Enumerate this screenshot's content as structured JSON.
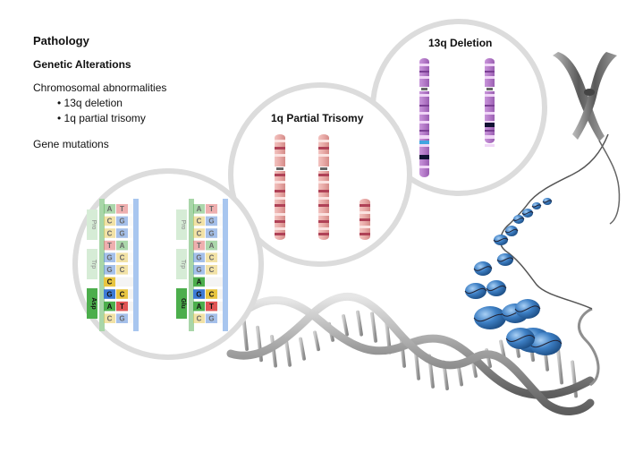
{
  "header": {
    "title": "Pathology",
    "subtitle": "Genetic Alterations"
  },
  "sections": {
    "chromosomal": {
      "label": "Chromosomal abnormalities",
      "items": [
        "• 13q deletion",
        "• 1q partial trisomy"
      ]
    },
    "gene_mutations": {
      "label": "Gene mutations"
    }
  },
  "panels": {
    "deletion_13q": {
      "label": "13q Deletion"
    },
    "trisomy_1q": {
      "label": "1q Partial Trisomy"
    },
    "mutation": {
      "left_ladder": {
        "codons": [
          "Pro",
          "Trp",
          "Asp"
        ],
        "rows": [
          [
            "",
            "A",
            "T"
          ],
          [
            "",
            "C",
            "G"
          ],
          [
            "",
            "C",
            "G"
          ],
          [
            "",
            "T",
            "A"
          ],
          [
            "",
            "G",
            "C"
          ],
          [
            "G",
            "",
            "C"
          ],
          [
            "",
            "C",
            ""
          ],
          [
            "G",
            "",
            "C"
          ],
          [
            "",
            "A",
            "T"
          ],
          [
            "",
            "C",
            "G"
          ]
        ]
      },
      "right_ladder": {
        "codons": [
          "Pro",
          "Trp",
          "Glu"
        ],
        "rows": [
          [
            "",
            "A",
            "T"
          ],
          [
            "",
            "C",
            "G"
          ],
          [
            "",
            "C",
            "G"
          ],
          [
            "",
            "T",
            "A"
          ],
          [
            "",
            "G",
            "C"
          ],
          [
            "G",
            "",
            "C"
          ],
          [
            "",
            "A",
            ""
          ],
          [
            "G",
            "",
            "C"
          ],
          [
            "",
            "A",
            "T"
          ],
          [
            "",
            "C",
            "G"
          ]
        ]
      }
    }
  },
  "colors": {
    "circle_border": "#dcdcdc",
    "chromosome_purple": "#b47ac8",
    "chromosome_pink": "#e8a9a6",
    "band_dark": "#b04257",
    "nucleosome_blue": "#3d7fc4",
    "dna_silver": "#9a9a9a",
    "base_green": "#4cae4c",
    "base_blue": "#3d7ad6",
    "base_red": "#e05555",
    "base_yellow": "#e8c540"
  }
}
